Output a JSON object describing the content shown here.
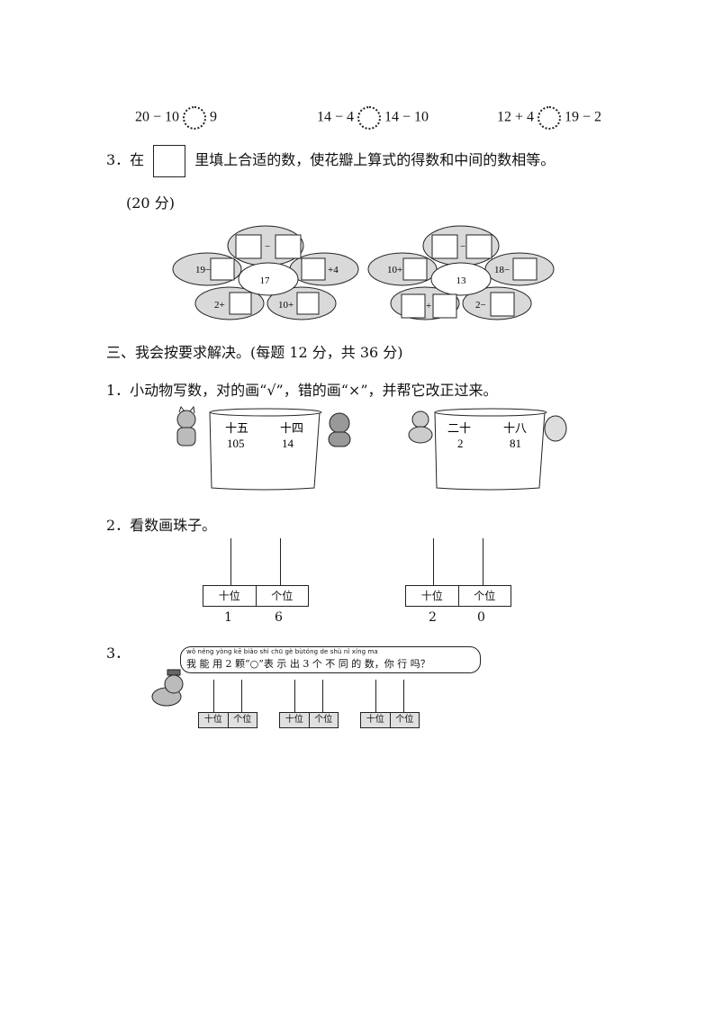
{
  "compare_row": [
    {
      "left": "20 − 10",
      "right": "9"
    },
    {
      "left": "14 − 4",
      "right": "14 − 10"
    },
    {
      "left": "12 + 4",
      "right": "19 − 2"
    }
  ],
  "q3": {
    "num": "3．在",
    "text": "里填上合适的数，使花瓣上算式的得数和中间的数相等。",
    "points": "(20 分)"
  },
  "flower1": {
    "center": "17",
    "left": "19−",
    "right": "+4",
    "bottom_left": "2+",
    "bottom_right": "10+",
    "top_op": "−"
  },
  "flower2": {
    "center": "13",
    "left": "10+",
    "right": "18−",
    "bottom_left": "+",
    "bottom_right": "2−",
    "top_op": "−"
  },
  "section3": {
    "title": "三、我会按要求解决。(每题 12 分，共 36 分)"
  },
  "s3q1": {
    "text": "1．小动物写数，对的画“√”，错的画“×”，并帮它改正过来。",
    "scroll1": {
      "words": [
        "十五",
        "十四"
      ],
      "nums": [
        "105",
        "14"
      ]
    },
    "scroll2": {
      "words": [
        "二十",
        "十八"
      ],
      "nums": [
        "2",
        "81"
      ]
    }
  },
  "s3q2": {
    "text": "2．看数画珠子。",
    "abacus1": {
      "tens": "十位",
      "ones": "个位",
      "values": [
        "1",
        "6"
      ]
    },
    "abacus2": {
      "tens": "十位",
      "ones": "个位",
      "values": [
        "2",
        "0"
      ]
    }
  },
  "s3q3": {
    "num": "3．",
    "pinyin": "wǒ néng yòng  kē       biǎo shì chū  gè  bùtóng de  shù   nǐ xíng  ma",
    "chars": "我 能 用 2 颗“○”表 示 出 3 个 不 同 的 数，你 行 吗？",
    "tens": "十位",
    "ones": "个位"
  }
}
